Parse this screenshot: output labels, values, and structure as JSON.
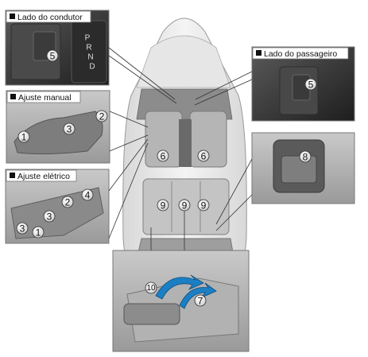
{
  "panels": {
    "driver_side": {
      "title": "Lado do condutor"
    },
    "passenger_side": {
      "title": "Lado do passageiro"
    },
    "manual": {
      "title": "Ajuste manual"
    },
    "electric": {
      "title": "Ajuste elétrico"
    }
  },
  "gear_letters": [
    "P",
    "R",
    "N",
    "D"
  ],
  "callouts": {
    "n1": "1",
    "n2": "2",
    "n3": "3",
    "n4": "4",
    "n5": "5",
    "n6": "6",
    "n7": "7",
    "n8": "8",
    "n9": "9",
    "n10": "10"
  },
  "colors": {
    "arrow_blue": "#1c7fc4",
    "panel_border": "#777777",
    "label_bg": "#ffffff"
  }
}
